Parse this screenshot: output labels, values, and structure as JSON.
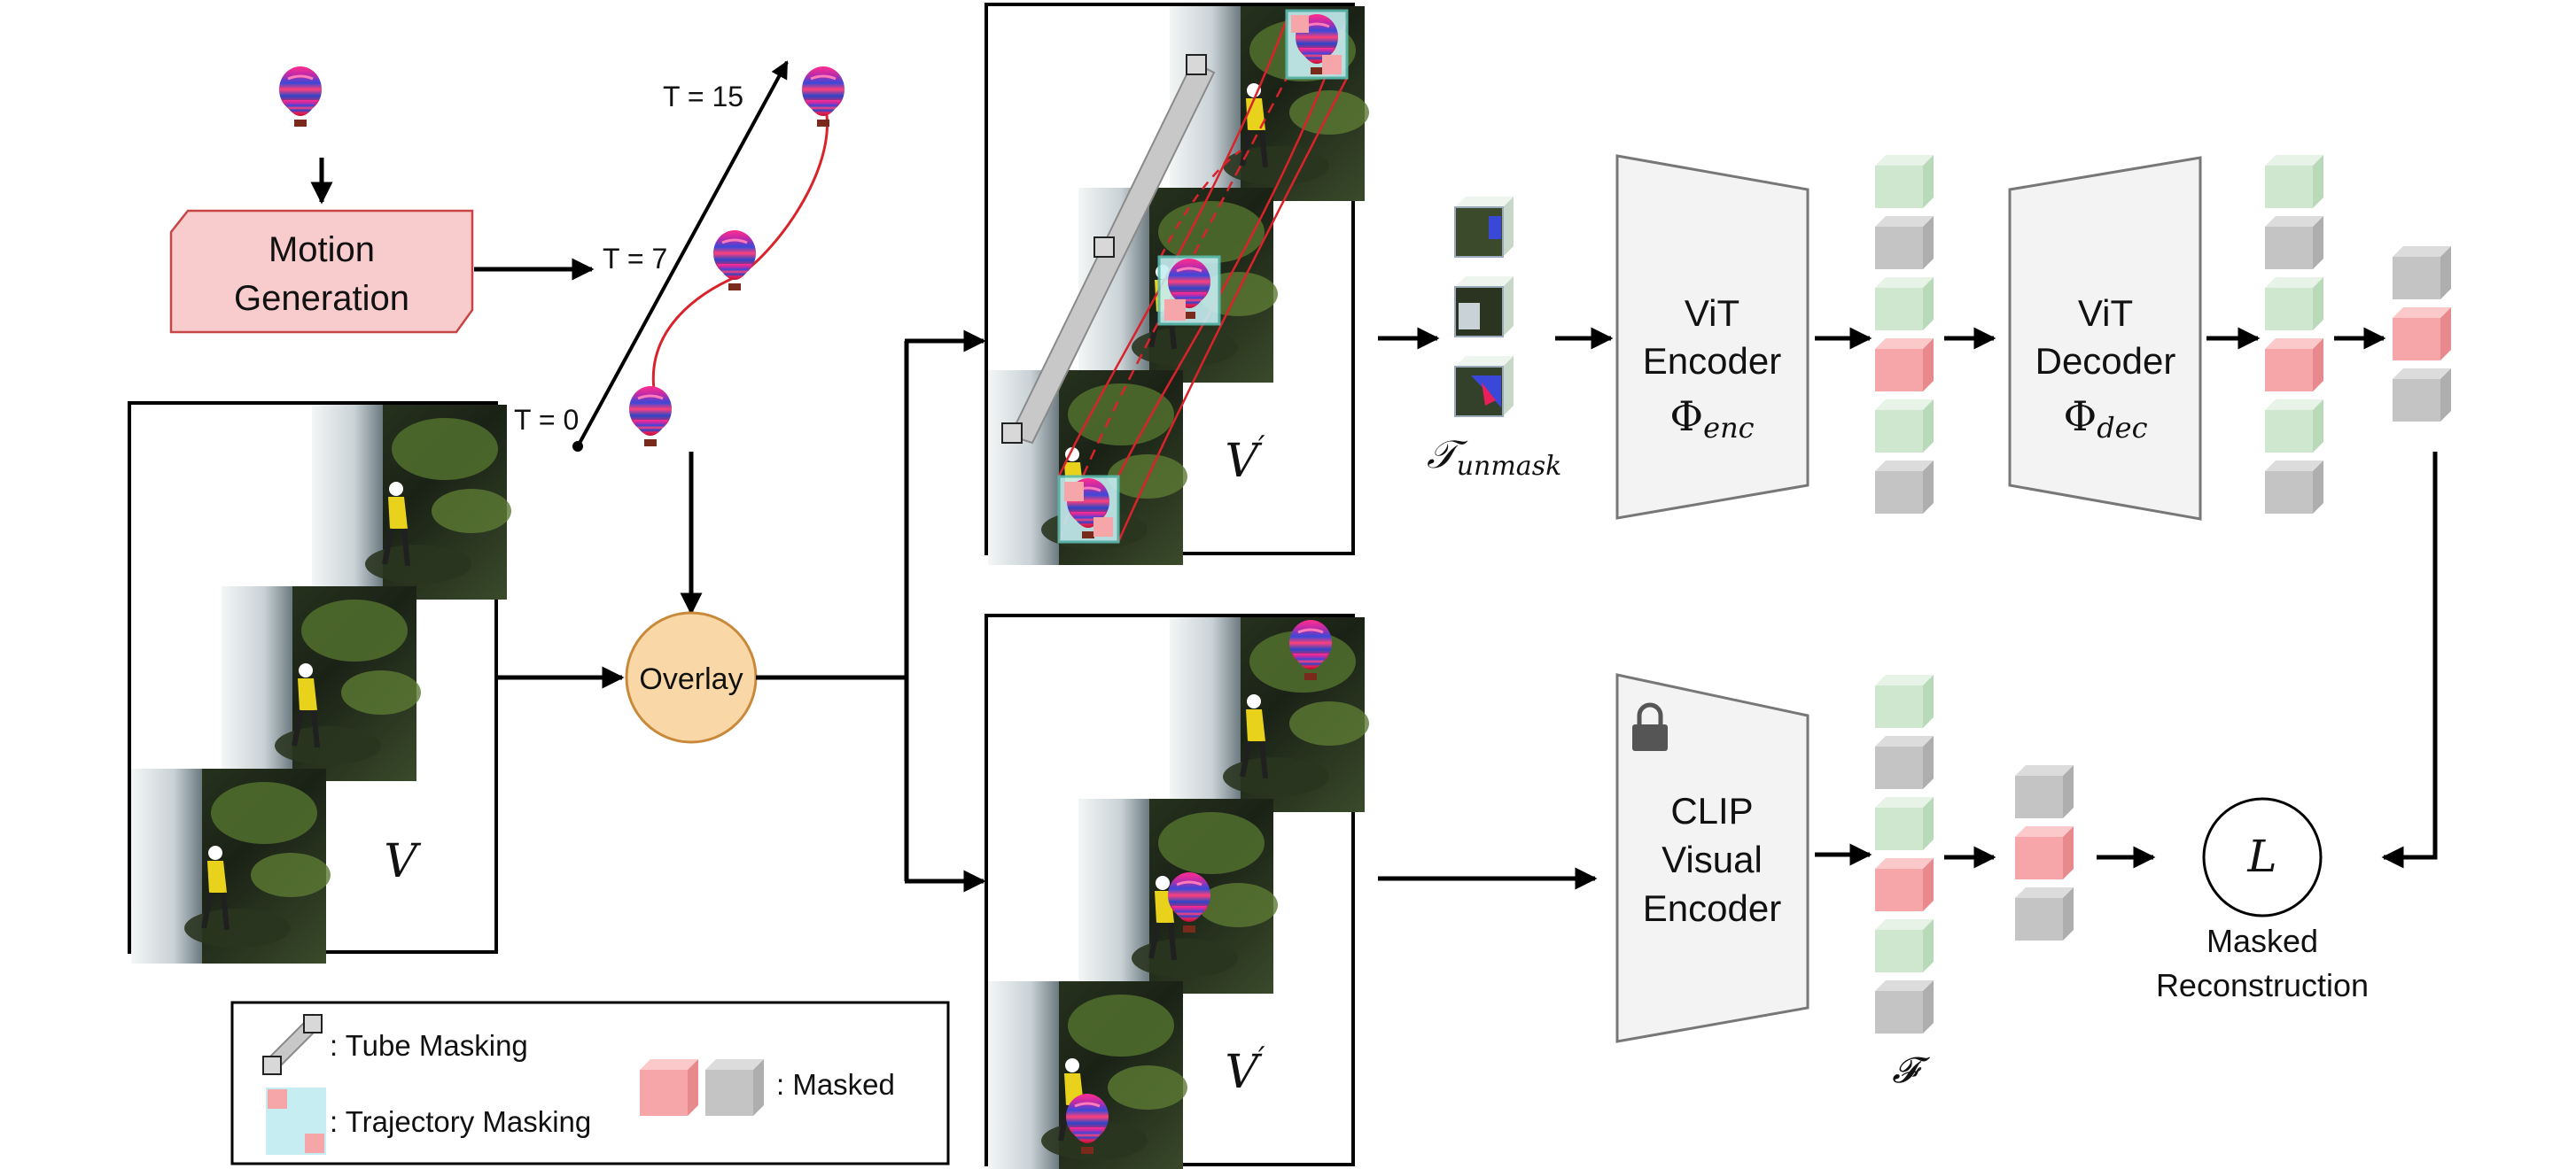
{
  "motion": {
    "box_label_line1": "Motion",
    "box_label_line2": "Generation",
    "t0": "T = 0",
    "t7": "T = 7",
    "t15": "T = 15"
  },
  "overlay": {
    "label": "Overlay"
  },
  "video": {
    "input_label": "V",
    "output_label": "V",
    "prime": "′"
  },
  "tokens": {
    "unmask_main": "𝒯",
    "unmask_sub": "unmask"
  },
  "vit_encoder": {
    "line1": "ViT",
    "line2": "Encoder",
    "symbol": "Φ",
    "sub": "enc"
  },
  "vit_decoder": {
    "line1": "ViT",
    "line2": "Decoder",
    "symbol": "Φ",
    "sub": "dec"
  },
  "clip": {
    "line1": "CLIP",
    "line2": "Visual",
    "line3": "Encoder",
    "lock_icon": "lock-icon"
  },
  "features": {
    "label": "𝓕"
  },
  "loss": {
    "symbol": "L",
    "caption_line1": "Masked",
    "caption_line2": "Reconstruction"
  },
  "legend": {
    "tube": ": Tube Masking",
    "trajectory": ": Trajectory Masking",
    "masked": ": Masked"
  },
  "colors": {
    "motion_box": "#f8cccc",
    "overlay_circle": "#f9d7a6",
    "token_green": "#cfe6cf",
    "token_gray": "#c4c4c4",
    "token_pink": "#f6a6a8",
    "trajectory_box": "#c6eef2",
    "trajectory_line": "#d9232a"
  }
}
